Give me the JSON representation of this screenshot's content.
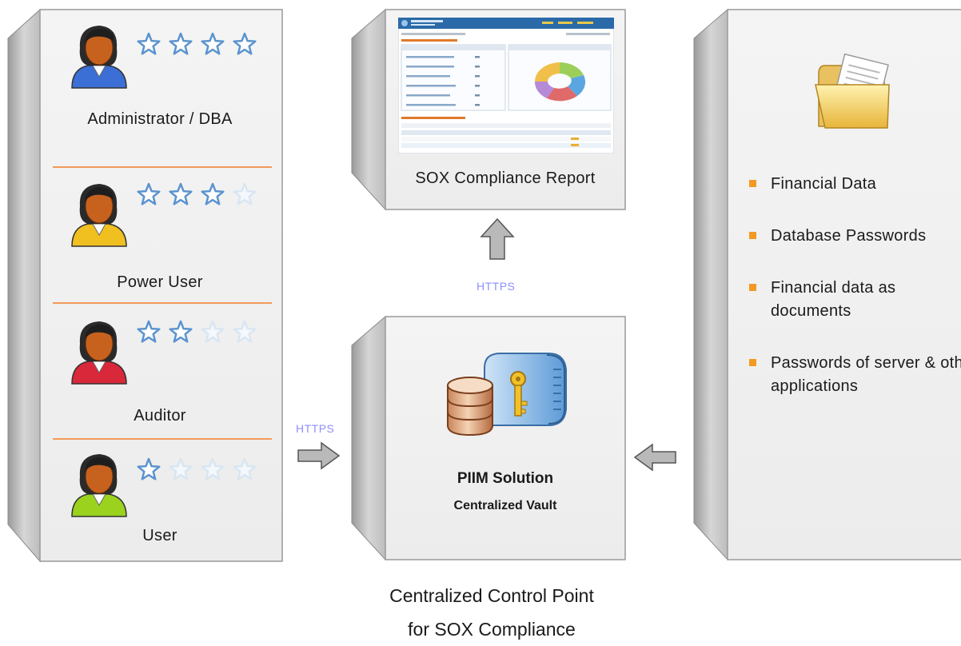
{
  "roles": [
    {
      "label": "Administrator / DBA",
      "stars_filled": 4,
      "stars_total": 4,
      "shirt_color": "#3b6fd6",
      "icon": "admin-user-icon"
    },
    {
      "label": "Power User",
      "stars_filled": 3,
      "stars_total": 4,
      "shirt_color": "#f0c020",
      "icon": "power-user-icon"
    },
    {
      "label": "Auditor",
      "stars_filled": 2,
      "stars_total": 4,
      "shirt_color": "#d9283a",
      "icon": "auditor-user-icon"
    },
    {
      "label": "User",
      "stars_filled": 1,
      "stars_total": 4,
      "shirt_color": "#9ad21e",
      "icon": "basic-user-icon"
    }
  ],
  "report": {
    "label": "SOX Compliance Report"
  },
  "connections": {
    "report_link": "HTTPS",
    "users_link": "HTTPS"
  },
  "vault": {
    "title": "PIIM Solution",
    "subtitle": "Centralized Vault"
  },
  "data_items": [
    {
      "label": "Financial Data"
    },
    {
      "label": "Database Passwords"
    },
    {
      "label": "Financial data as documents"
    },
    {
      "label": "Passwords of server & other applications"
    }
  ],
  "caption": {
    "line1": "Centralized Control Point",
    "line2": "for SOX Compliance"
  },
  "colors": {
    "accent_orange": "#f29a5a",
    "bullet": "#f29a22",
    "star_filled": "#5b93cf",
    "star_empty": "#d9e6f2",
    "https_text": "#8f8fff"
  }
}
